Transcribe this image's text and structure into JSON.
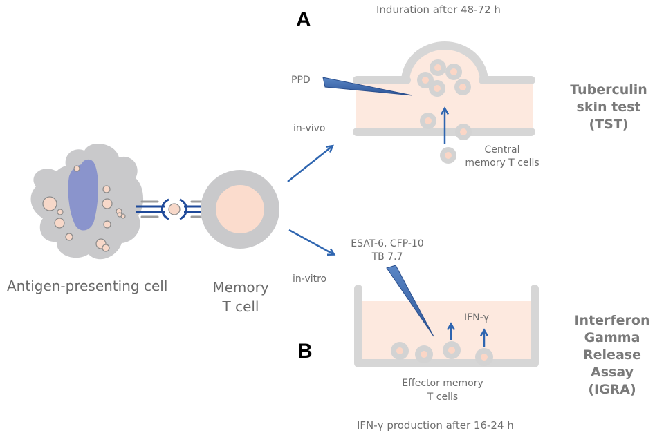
{
  "panels": {
    "a": {
      "letter": "A"
    },
    "b": {
      "letter": "B"
    }
  },
  "left": {
    "apc_label": "Antigen-presenting cell",
    "tcell_label_line1": "Memory",
    "tcell_label_line2": "T cell"
  },
  "tst": {
    "top_caption": "Induration after 48-72 h",
    "injectant": "PPD",
    "route": "in-vivo",
    "cells_line1": "Central",
    "cells_line2": "memory T cells",
    "name_line1": "Tuberculin",
    "name_line2": "skin test (TST)"
  },
  "igra": {
    "antigens_line1": "ESAT-6, CFP-10",
    "antigens_line2": "TB 7.7",
    "route": "in-vitro",
    "cytokine": "IFN-γ",
    "cells_line1": "Effector memory",
    "cells_line2": "T cells",
    "bottom_caption": "IFN-γ production after 16-24 h",
    "name_line1": "Interferon",
    "name_line2": "Gamma",
    "name_line3": "Release Assay",
    "name_line4": "(IGRA)"
  },
  "colors": {
    "cell_gray": "#c9c9cb",
    "membrane_gray": "#d6d6d6",
    "nucleus_purple": "#8a94cc",
    "peach": "#fbe3d8",
    "vesicle": "#f8d8c8",
    "arrow_blue": "#2e65b0",
    "needle_blue": "#3e6cb0",
    "receptor_blue": "#1f4a9a"
  }
}
